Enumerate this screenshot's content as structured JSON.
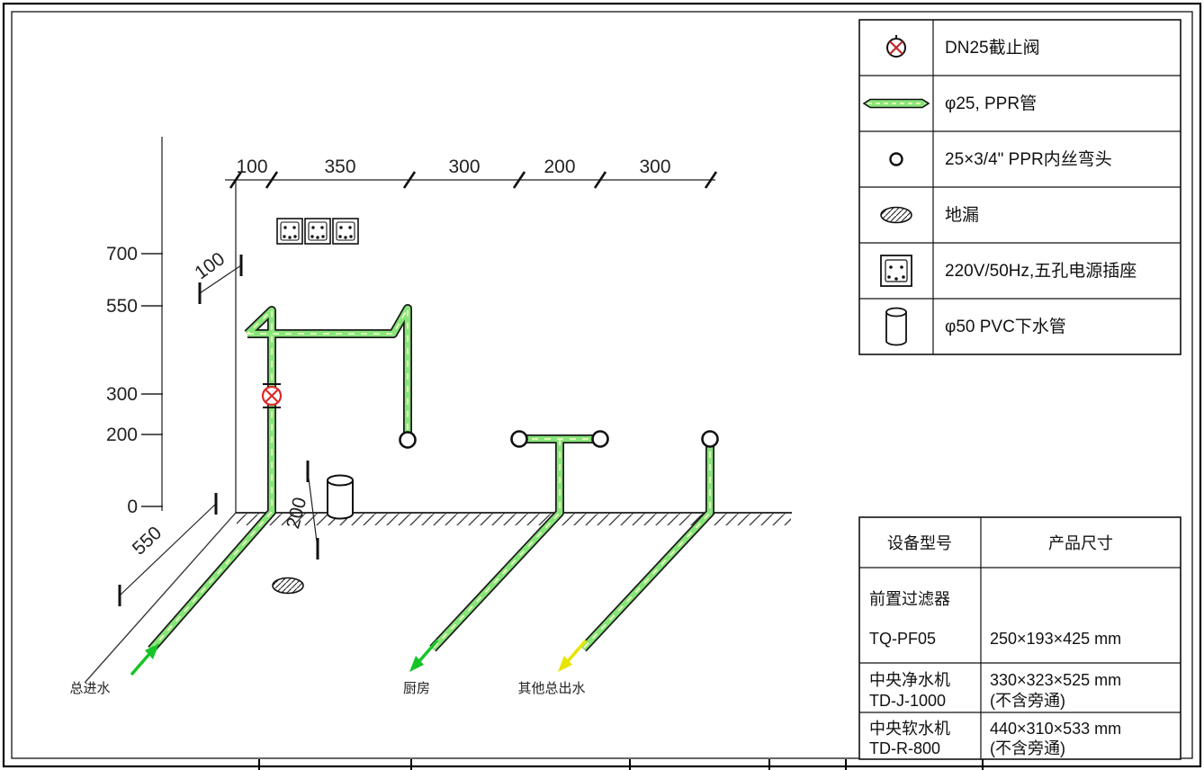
{
  "drawing": {
    "y_axis": [
      "700",
      "550",
      "300",
      "200",
      "0"
    ],
    "top_dims": [
      "100",
      "350",
      "300",
      "200",
      "300"
    ],
    "iso_dims": {
      "wall_offset": "100",
      "drain_offset": "200",
      "inlet_offset": "550"
    },
    "flow_labels": {
      "inlet": "总进水",
      "kitchen": "厨房",
      "other": "其他总出水"
    }
  },
  "legend": {
    "rows": [
      {
        "symbol": "stop-valve",
        "label": "DN25截止阀"
      },
      {
        "symbol": "ppr-pipe",
        "label": "φ25, PPR管"
      },
      {
        "symbol": "ppr-elbow",
        "label": "25×3/4\" PPR内丝弯头"
      },
      {
        "symbol": "floor-drain",
        "label": "地漏"
      },
      {
        "symbol": "power-socket",
        "label": "220V/50Hz,五孔电源插座"
      },
      {
        "symbol": "pvc-drain-pipe",
        "label": "φ50 PVC下水管"
      }
    ]
  },
  "spec_table": {
    "headers": {
      "model": "设备型号",
      "size": "产品尺寸"
    },
    "rows": [
      {
        "model_name": "前置过滤器",
        "model_code": "TQ-PF05",
        "size_main": "250×193×425 mm",
        "size_note": ""
      },
      {
        "model_name": "中央净水机",
        "model_code": "TD-J-1000",
        "size_main": "330×323×525 mm",
        "size_note": "(不含旁通)"
      },
      {
        "model_name": "中央软水机",
        "model_code": "TD-R-800",
        "size_main": "440×310×533 mm",
        "size_note": "(不含旁通)"
      }
    ]
  },
  "colors": {
    "pipe_green": "#87e57a",
    "pipe_dash": "#ffffcc",
    "valve_red": "#d92b2b",
    "arrow_green": "#17c427",
    "arrow_yellow": "#e8e400"
  }
}
